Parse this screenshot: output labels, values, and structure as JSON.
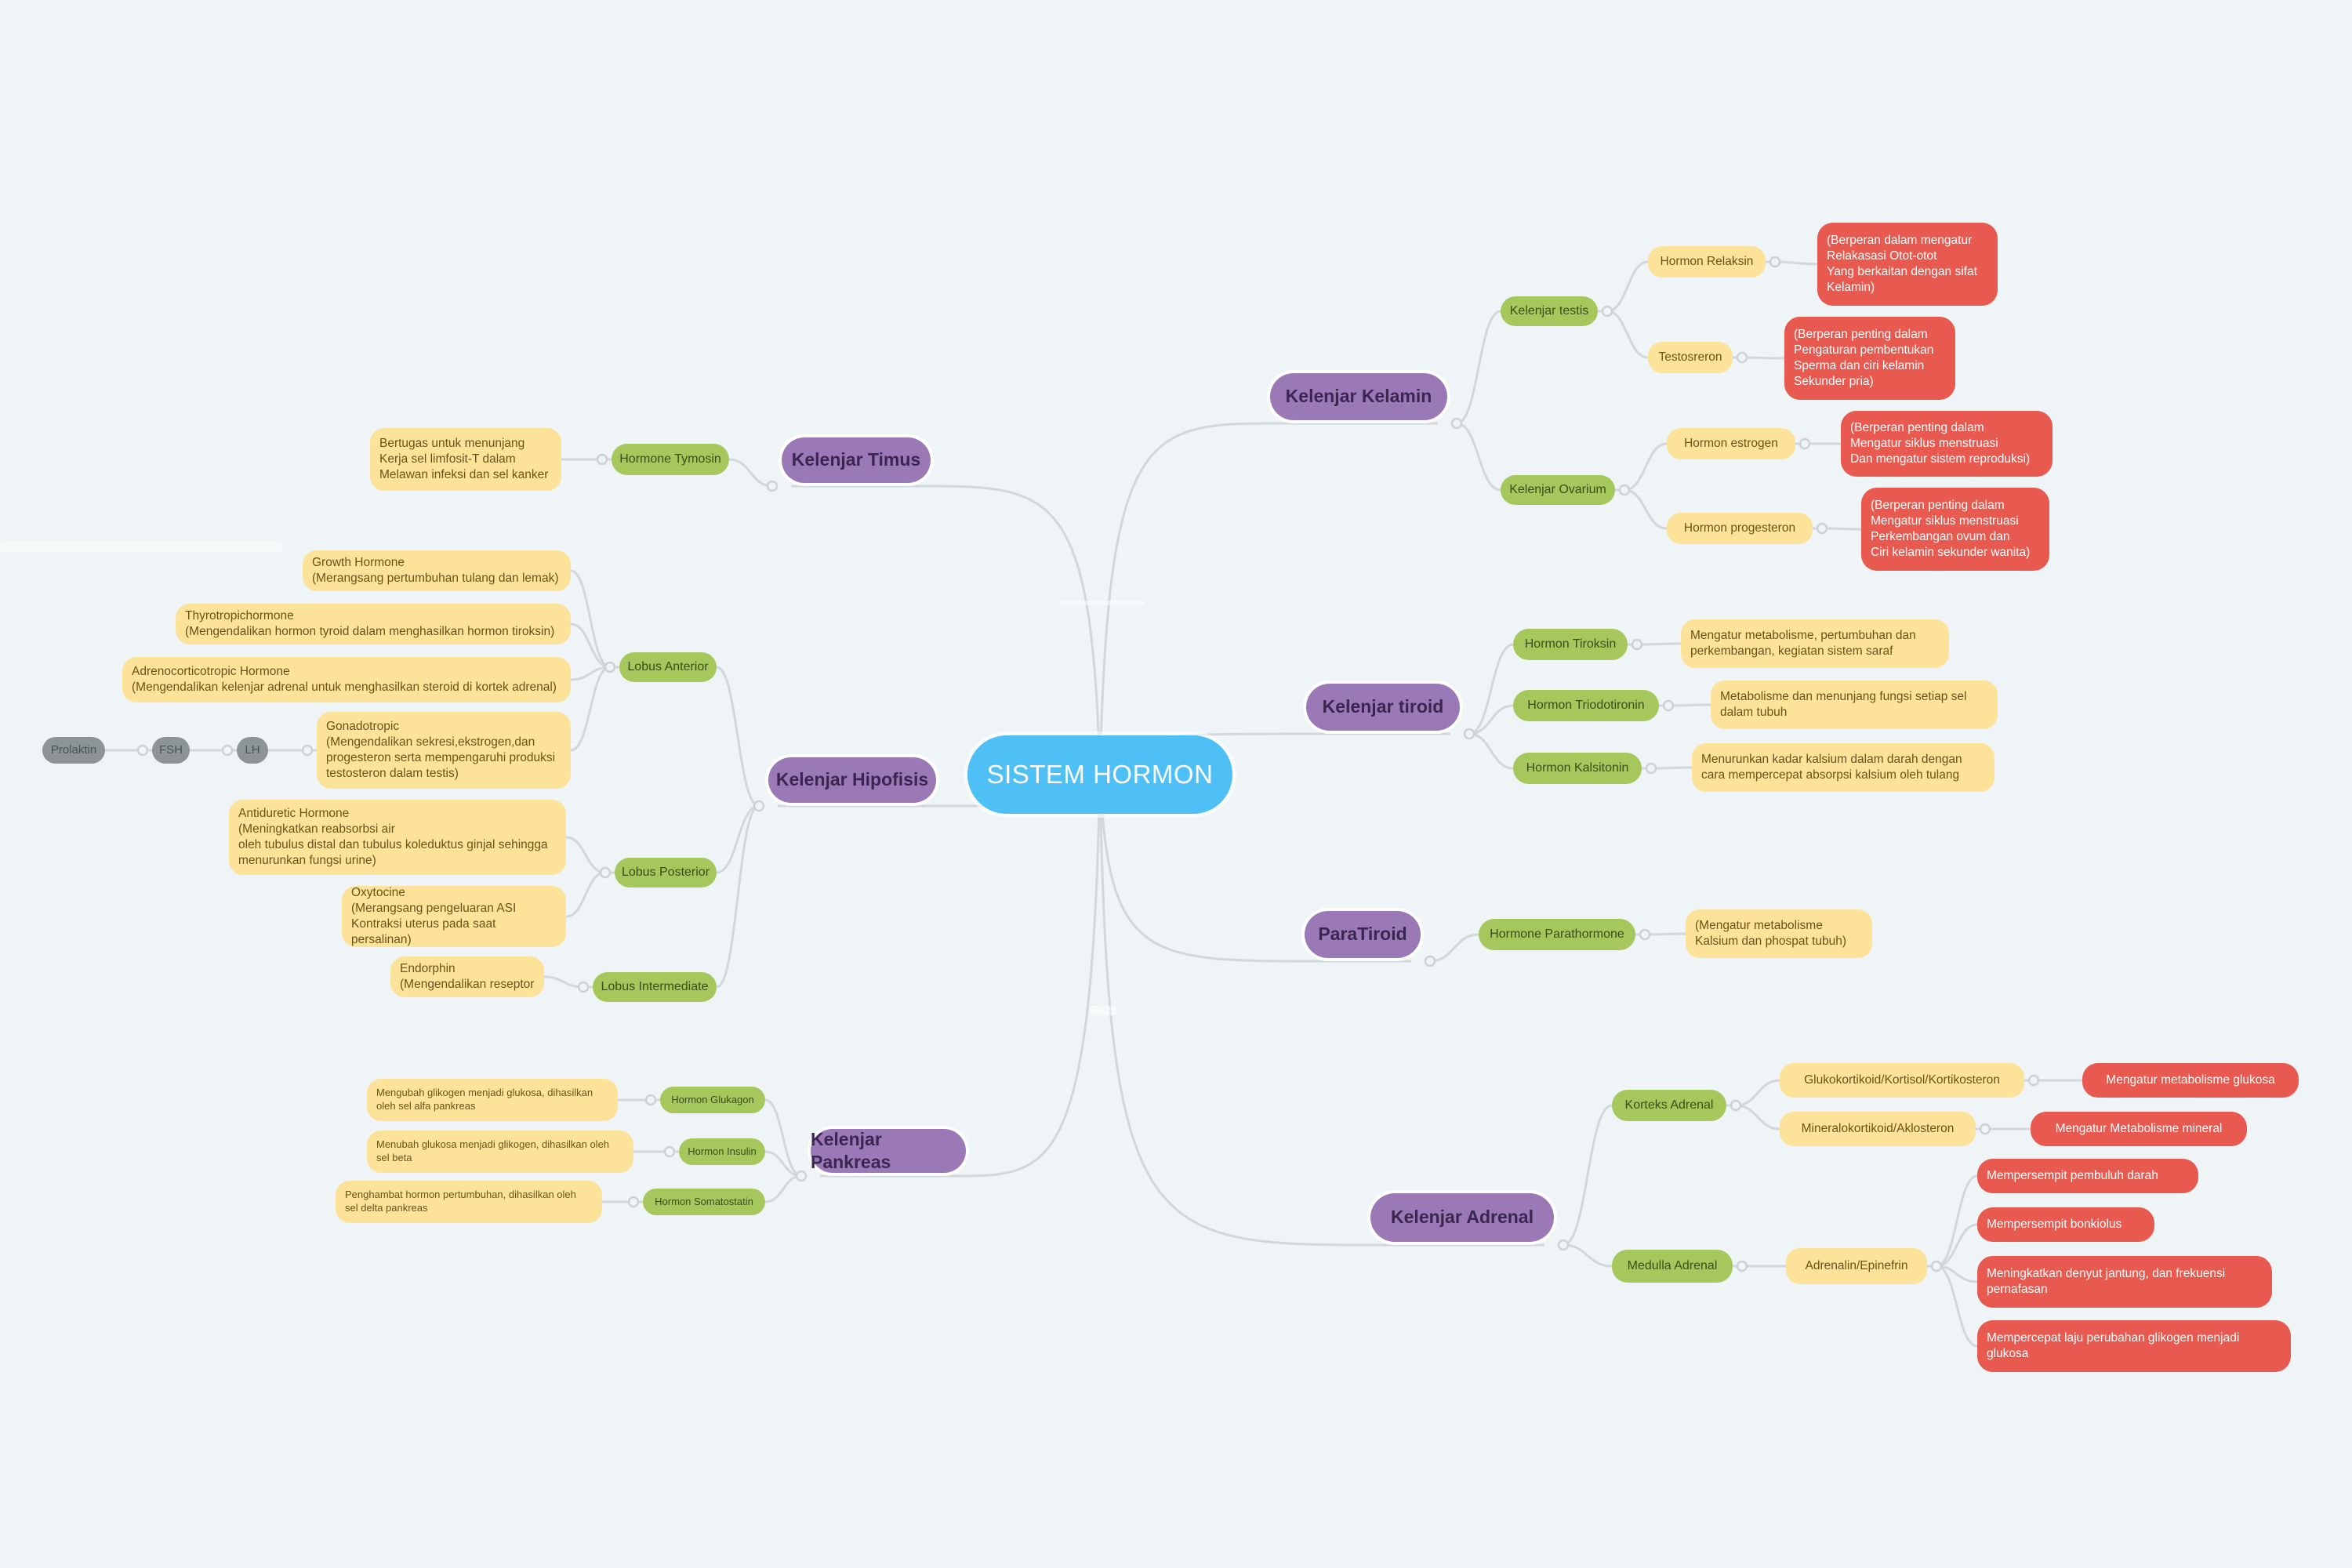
{
  "diagram": {
    "root": {
      "label": "SISTEM HORMON"
    },
    "nodes": [
      {
        "id": "timus",
        "label": "Kelenjar Timus",
        "kind": "main"
      },
      {
        "id": "tymosin",
        "label": "Hormone Tymosin",
        "kind": "sub"
      },
      {
        "id": "tymosin_d",
        "label": "Bertugas untuk menunjang\nKerja sel limfosit-T dalam\nMelawan infeksi dan sel kanker",
        "kind": "leaf"
      },
      {
        "id": "hipofisis",
        "label": "Kelenjar Hipofisis",
        "kind": "main"
      },
      {
        "id": "anterior",
        "label": "Lobus Anterior",
        "kind": "sub"
      },
      {
        "id": "gh",
        "label": "Growth Hormone\n(Merangsang pertumbuhan tulang dan lemak)",
        "kind": "leaf"
      },
      {
        "id": "tsh",
        "label": "Thyrotropichormone\n(Mengendalikan hormon tyroid dalam menghasilkan hormon tiroksin)",
        "kind": "leaf"
      },
      {
        "id": "acth",
        "label": "Adrenocorticotropic Hormone\n(Mengendalikan kelenjar adrenal untuk menghasilkan steroid di kortek adrenal)",
        "kind": "leaf"
      },
      {
        "id": "gona",
        "label": "Gonadotropic\n(Mengendalikan sekresi,ekstrogen,dan\n progesteron serta mempengaruhi produksi\n testosteron dalam testis)",
        "kind": "leaf"
      },
      {
        "id": "lh",
        "label": "LH",
        "kind": "gray"
      },
      {
        "id": "fsh",
        "label": "FSH",
        "kind": "gray"
      },
      {
        "id": "prolaktin",
        "label": "Prolaktin",
        "kind": "gray"
      },
      {
        "id": "posterior",
        "label": "Lobus Posterior",
        "kind": "sub"
      },
      {
        "id": "adh",
        "label": "Antiduretic Hormone\n(Meningkatkan reabsorbsi air\n oleh tubulus distal dan tubulus koleduktus ginjal sehingga\n menurunkan fungsi urine)",
        "kind": "leaf"
      },
      {
        "id": "oxy",
        "label": "Oxytocine\n(Merangsang pengeluaran ASI\nKontraksi uterus pada saat persalinan)",
        "kind": "leaf"
      },
      {
        "id": "intermediate",
        "label": "Lobus Intermediate",
        "kind": "sub"
      },
      {
        "id": "endorphin",
        "label": "Endorphin\n(Mengendalikan reseptor",
        "kind": "leaf"
      },
      {
        "id": "pankreas",
        "label": "Kelenjar Pankreas",
        "kind": "main"
      },
      {
        "id": "glukagon",
        "label": "Hormon Glukagon",
        "kind": "sub"
      },
      {
        "id": "glukagon_d",
        "label": "Mengubah glikogen menjadi glukosa, dihasilkan\noleh sel alfa pankreas",
        "kind": "leaf"
      },
      {
        "id": "insulin",
        "label": "Hormon Insulin",
        "kind": "sub"
      },
      {
        "id": "insulin_d",
        "label": "Menubah glukosa menjadi glikogen, dihasilkan oleh\nsel beta",
        "kind": "leaf"
      },
      {
        "id": "somato",
        "label": "Hormon Somatostatin",
        "kind": "sub"
      },
      {
        "id": "somato_d",
        "label": "Penghambat hormon pertumbuhan, dihasilkan oleh\nsel delta pankreas",
        "kind": "leaf"
      },
      {
        "id": "kelamin",
        "label": "Kelenjar Kelamin",
        "kind": "main"
      },
      {
        "id": "testis",
        "label": "Kelenjar testis",
        "kind": "sub"
      },
      {
        "id": "relaksin",
        "label": "Hormon Relaksin",
        "kind": "leaf"
      },
      {
        "id": "relaksin_d",
        "label": "(Berperan dalam mengatur\nRelakasasi Otot-otot\nYang berkaitan dengan sifat\nKelamin)",
        "kind": "red"
      },
      {
        "id": "testosteron",
        "label": "Testosreron",
        "kind": "leaf"
      },
      {
        "id": "testosteron_d",
        "label": "(Berperan penting dalam\nPengaturan pembentukan\nSperma dan ciri kelamin\nSekunder pria)",
        "kind": "red"
      },
      {
        "id": "ovarium",
        "label": "Kelenjar Ovarium",
        "kind": "sub"
      },
      {
        "id": "estrogen",
        "label": "Hormon estrogen",
        "kind": "leaf"
      },
      {
        "id": "estrogen_d",
        "label": "(Berperan penting dalam\nMengatur siklus menstruasi\nDan mengatur sistem reproduksi)",
        "kind": "red"
      },
      {
        "id": "progesteron",
        "label": "Hormon progesteron",
        "kind": "leaf"
      },
      {
        "id": "progesteron_d",
        "label": "(Berperan penting dalam\nMengatur siklus menstruasi\nPerkembangan ovum dan\nCiri kelamin sekunder wanita)",
        "kind": "red"
      },
      {
        "id": "tiroid",
        "label": "Kelenjar tiroid",
        "kind": "main"
      },
      {
        "id": "tiroksin",
        "label": "Hormon Tiroksin",
        "kind": "sub"
      },
      {
        "id": "tiroksin_d",
        "label": "Mengatur metabolisme, pertumbuhan dan\nperkembangan, kegiatan sistem saraf",
        "kind": "leaf"
      },
      {
        "id": "triodo",
        "label": "Hormon Triodotironin",
        "kind": "sub"
      },
      {
        "id": "triodo_d",
        "label": "Metabolisme dan menunjang fungsi setiap sel\ndalam tubuh",
        "kind": "leaf"
      },
      {
        "id": "kalsitonin",
        "label": "Hormon Kalsitonin",
        "kind": "sub"
      },
      {
        "id": "kalsitonin_d",
        "label": "Menurunkan kadar kalsium dalam darah dengan\ncara mempercepat absorpsi kalsium oleh tulang",
        "kind": "leaf"
      },
      {
        "id": "paratiroid",
        "label": "ParaTiroid",
        "kind": "main"
      },
      {
        "id": "parathormone",
        "label": "Hormone Parathormone",
        "kind": "sub"
      },
      {
        "id": "parathormone_d",
        "label": "(Mengatur metabolisme\nKalsium dan phospat tubuh)",
        "kind": "leaf"
      },
      {
        "id": "adrenal",
        "label": "Kelenjar Adrenal",
        "kind": "main"
      },
      {
        "id": "korteks",
        "label": "Korteks Adrenal",
        "kind": "sub"
      },
      {
        "id": "gluko",
        "label": "Glukokortikoid/Kortisol/Kortikosteron",
        "kind": "leaf"
      },
      {
        "id": "gluko_d",
        "label": "Mengatur metabolisme glukosa",
        "kind": "red"
      },
      {
        "id": "mineral",
        "label": "Mineralokortikoid/Aklosteron",
        "kind": "leaf"
      },
      {
        "id": "mineral_d",
        "label": "Mengatur Metabolisme mineral",
        "kind": "red"
      },
      {
        "id": "medulla",
        "label": "Medulla Adrenal",
        "kind": "sub"
      },
      {
        "id": "adrenalin",
        "label": "Adrenalin/Epinefrin",
        "kind": "leaf"
      },
      {
        "id": "adr1",
        "label": "Mempersempit pembuluh darah",
        "kind": "red"
      },
      {
        "id": "adr2",
        "label": "Mempersempit bonkiolus",
        "kind": "red"
      },
      {
        "id": "adr3",
        "label": "Meningkatkan denyut jantung, dan frekuensi\npernafasan",
        "kind": "red"
      },
      {
        "id": "adr4",
        "label": "Mempercepat laju perubahan glikogen menjadi\nglukosa",
        "kind": "red"
      }
    ],
    "colors": {
      "root": "#4ec0f5",
      "main": "#9b79b7",
      "sub": "#a5c75b",
      "leaf": "#fde39a",
      "red": "#e8594f",
      "gray": "#8c9496",
      "line": "#d2d7dc",
      "background": "#eff4f7"
    }
  }
}
